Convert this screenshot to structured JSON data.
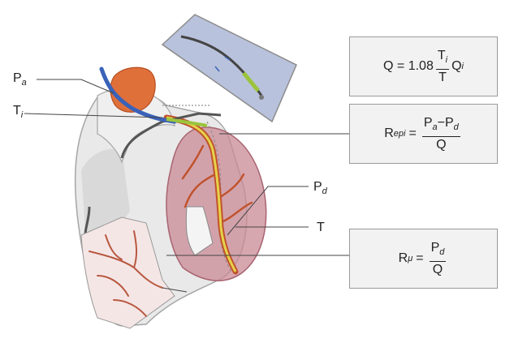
{
  "labels": {
    "pa": {
      "base": "P",
      "sub": "a"
    },
    "ti": {
      "base": "T",
      "sub": "i"
    },
    "pd": {
      "base": "P",
      "sub": "d"
    },
    "t": {
      "base": "T"
    }
  },
  "formulas": {
    "flow": {
      "lhs": "Q = 1.08",
      "num_base": "T",
      "num_sub": "i",
      "den": "T",
      "tail_base": "Q",
      "tail_sub": "i"
    },
    "epi": {
      "lhs_base": "R",
      "lhs_sub": "epi",
      "eq": "=",
      "num_p1": "P",
      "num_s1": "a",
      "num_minus": "−",
      "num_p2": "P",
      "num_s2": "d",
      "den": "Q"
    },
    "micro": {
      "lhs_base": "R",
      "lhs_sub": "μ",
      "eq": "=",
      "num_base": "P",
      "num_sub": "d",
      "den": "Q"
    }
  },
  "colors": {
    "myocardium": "#c98a96",
    "aorta": "#e4e4e4",
    "atrium_orange": "#e0703a",
    "vessel": "#c0532d",
    "wire_blue": "#3a62b8",
    "wire_green": "#9bc43d",
    "inset_bg": "#b9c2dc",
    "box_bg": "#f2f2f2"
  }
}
